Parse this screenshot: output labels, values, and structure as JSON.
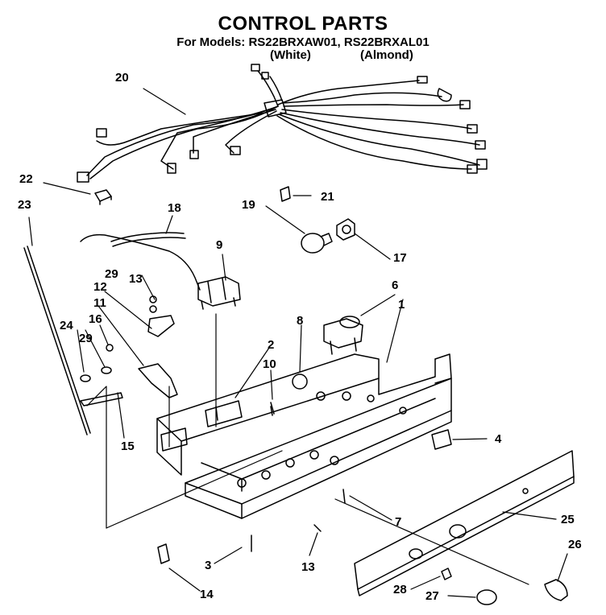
{
  "title": "CONTROL PARTS",
  "models": {
    "prefix": "For Models:",
    "list": "RS22BRXAW01, RS22BRXAL01",
    "variant_1": "(White)",
    "variant_2": "(Almond)"
  },
  "callouts": [
    "20",
    "22",
    "23",
    "21",
    "19",
    "18",
    "17",
    "9",
    "29",
    "13",
    "12",
    "11",
    "16",
    "24",
    "29",
    "6",
    "1",
    "8",
    "2",
    "10",
    "15",
    "4",
    "25",
    "7",
    "13",
    "3",
    "26",
    "14",
    "28",
    "27"
  ]
}
